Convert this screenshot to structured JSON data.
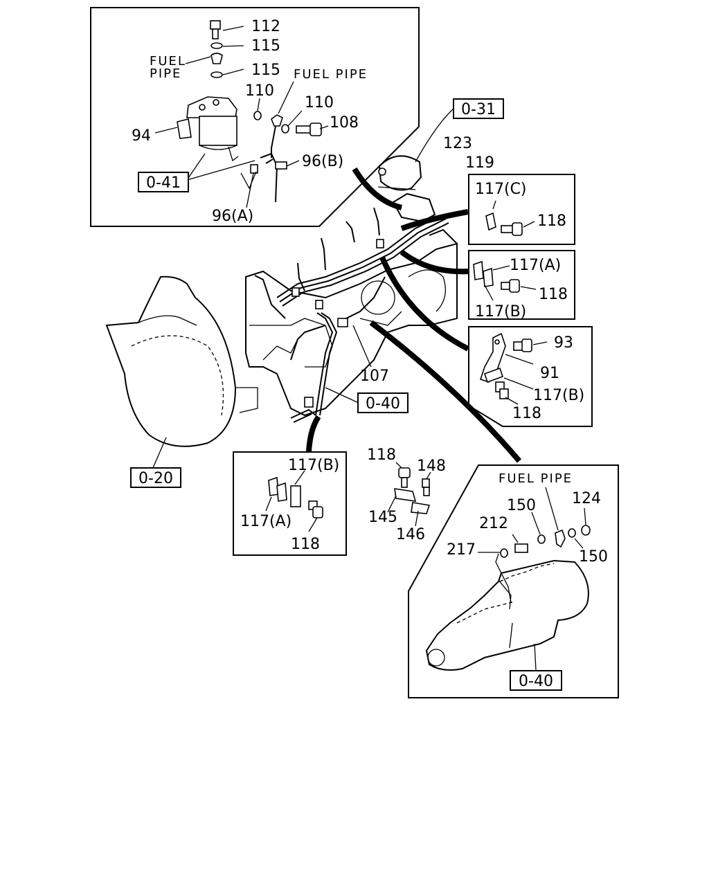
{
  "callouts": {
    "p112": "112",
    "p115a": "115",
    "p115b": "115",
    "p110a": "110",
    "p110b": "110",
    "p108": "108",
    "p94": "94",
    "p96b": "96(B)",
    "p96a": "96(A)",
    "p123": "123",
    "p119": "119",
    "p117c": "117(C)",
    "p118_c": "118",
    "p117a_r": "117(A)",
    "p118_r": "118",
    "p117b_r": "117(B)",
    "p93": "93",
    "p91": "91",
    "p117b_m": "117(B)",
    "p118_m": "118",
    "p107": "107",
    "p117b_l": "117(B)",
    "p117a_l": "117(A)",
    "p118_l": "118",
    "p118_s": "118",
    "p148": "148",
    "p145": "145",
    "p146": "146",
    "p150a": "150",
    "p124": "124",
    "p212": "212",
    "p217": "217",
    "p150b": "150"
  },
  "refs": {
    "r041": "0-41",
    "r031": "0-31",
    "r040a": "0-40",
    "r020": "0-20",
    "r040b": "0-40"
  },
  "notes": {
    "fuel_pipe_a1": "FUEL",
    "fuel_pipe_a2": "PIPE",
    "fuel_pipe_b": "FUEL PIPE",
    "fuel_pipe_c": "FUEL PIPE"
  }
}
